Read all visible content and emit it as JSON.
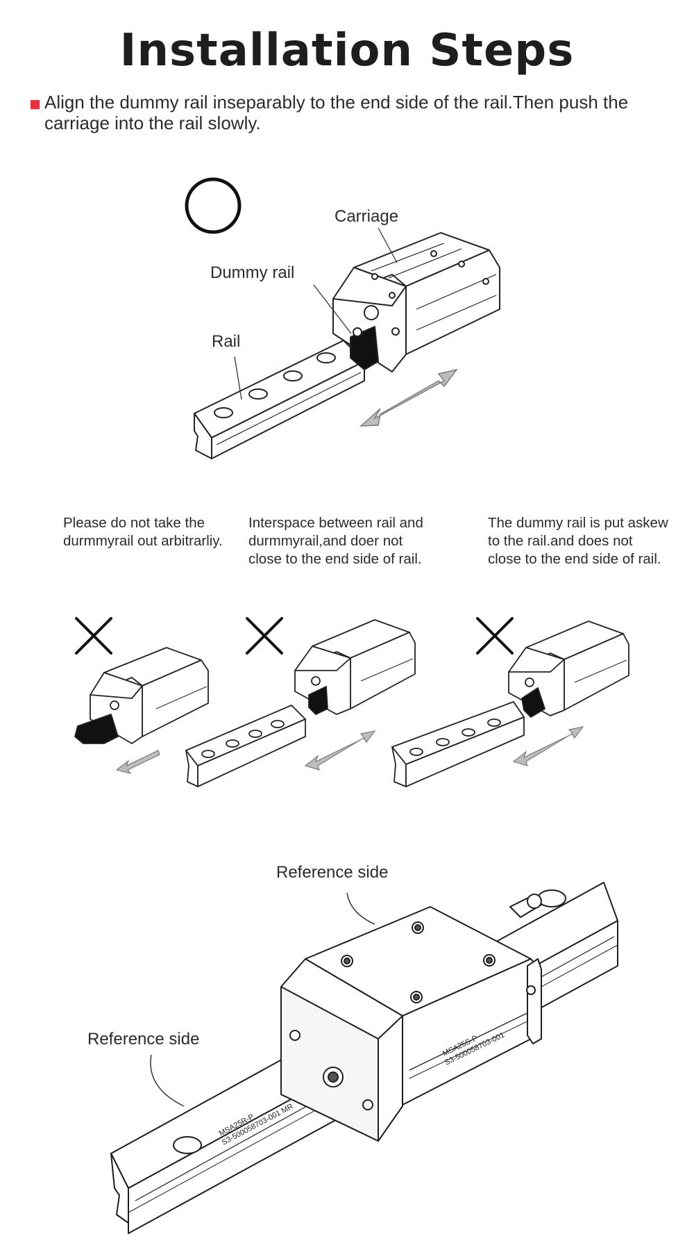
{
  "header": {
    "title": "Installation Steps",
    "intro_text": "Align the dummy rail inseparably to the end side of the rail.Then push the carriage into the rail slowly."
  },
  "correct_diagram": {
    "labels": {
      "carriage": "Carriage",
      "dummy_rail": "Dummy rail",
      "rail": "Rail"
    }
  },
  "wrong_examples": [
    {
      "caption": "Please do not take the durmmyrail out arbitrarliy."
    },
    {
      "caption": "Interspace between rail and durmmyrail,and doer not close to the end side of rail."
    },
    {
      "caption": "The dummy rail is put askew to the rail.and does not close to the end side of rail."
    }
  ],
  "reference_diagram": {
    "labels": {
      "reference_top": "Reference side",
      "reference_left": "Reference side"
    },
    "engravings": {
      "block_line1": "MSA25S-P",
      "block_line2": "S3-500058703-001",
      "rail_line1": "MSA25R-P",
      "rail_line2": "S3-500058703-001 MR"
    }
  }
}
